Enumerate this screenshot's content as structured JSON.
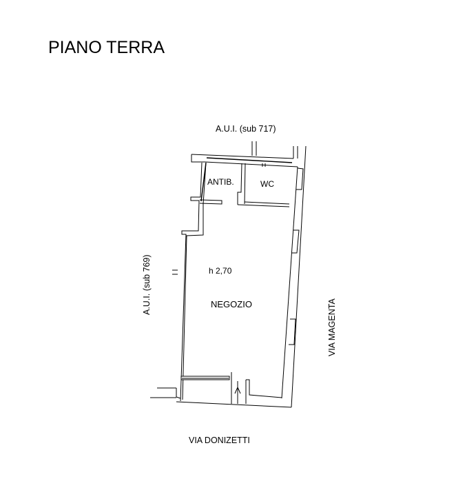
{
  "title": "PIANO TERRA",
  "neighbor_north": "A.U.I. (sub 717)",
  "neighbor_west": "A.U.I. (sub 769)",
  "street_east": "VIA MAGENTA",
  "street_south": "VIA DONIZETTI",
  "rooms": {
    "antibagno": "ANTIB.",
    "wc": "WC",
    "negozio": "NEGOZIO"
  },
  "height_label": "h 2,70"
}
